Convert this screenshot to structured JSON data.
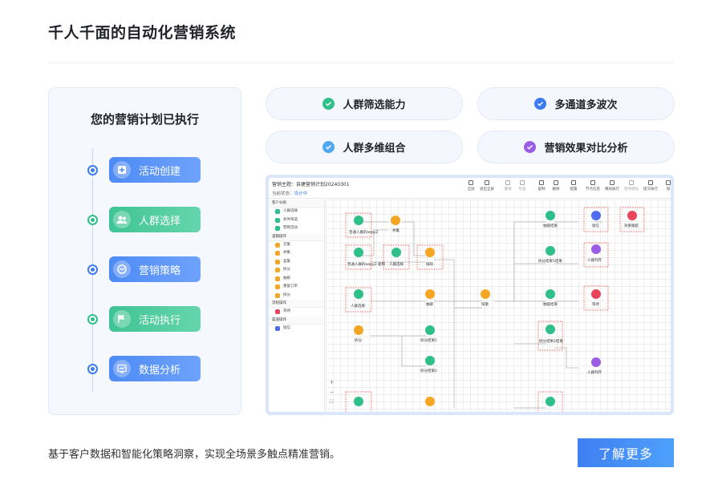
{
  "header": {
    "title": "千人千面的自动化营销系统"
  },
  "left_panel": {
    "title": "您的营销计划已执行",
    "steps": [
      {
        "label": "活动创建",
        "icon": "add-icon",
        "color": "#3d7bf0"
      },
      {
        "label": "人群选择",
        "icon": "users-icon",
        "color": "#2fbf88"
      },
      {
        "label": "营销策略",
        "icon": "strategy-icon",
        "color": "#3d7bf0"
      },
      {
        "label": "活动执行",
        "icon": "flag-icon",
        "color": "#2fbf88"
      },
      {
        "label": "数据分析",
        "icon": "chart-icon",
        "color": "#3d7bf0"
      }
    ]
  },
  "features": [
    {
      "label": "人群筛选能力",
      "icon": "check-circle-icon",
      "color": "#2fbf88"
    },
    {
      "label": "多通道多波次",
      "icon": "check-circle-icon",
      "color": "#3d7bf0"
    },
    {
      "label": "人群多维组合",
      "icon": "check-circle-icon",
      "color": "#4fa8f0"
    },
    {
      "label": "营销效果对比分析",
      "icon": "check-circle-icon",
      "color": "#9b5de5"
    }
  ],
  "screenshot": {
    "subject": "营销主题：自建营销计划20240301",
    "status_label": "当前状态：",
    "status_value": "设计中",
    "toolbar": [
      "全屏",
      "退出全屏",
      "撤销",
      "恢复",
      "复制",
      "删除",
      "配置",
      "节点信息",
      "模拟执行",
      "暂停模拟",
      "提交执行",
      "保"
    ],
    "sidebar": [
      {
        "section": "客户分组",
        "items": [
          "人群选择",
          "条件筛选",
          "营销活动"
        ]
      },
      {
        "section": "逻辑操作",
        "items": [
          "交集",
          "并集",
          "差集",
          "拆分",
          "抽取",
          "重复订单",
          "拆分"
        ]
      },
      {
        "section": "流程操作",
        "items": [
          "等待"
        ]
      },
      {
        "section": "渠道操作",
        "items": [
          "短信"
        ]
      }
    ],
    "nodes": {
      "n1": "普通人群的eepy2",
      "n2": "并集",
      "n3": "普通人群的eepy2-复制",
      "n4": "人群选择",
      "n5": "排除",
      "n6": "人群选择",
      "n7": "抽取",
      "n8": "排重",
      "n9": "拆分",
      "n10": "拆分结果1",
      "n11": "拆分结果2",
      "n12": "抽取结果",
      "n13": "拆分结果1结果",
      "n14": "抽取结果",
      "n15": "拆分结果2结果",
      "n16": "短信",
      "n17": "效果跟踪",
      "n18": "人群列存",
      "n19": "等待",
      "n20": "人群列存"
    }
  },
  "footer": {
    "description": "基于客户数据和智能化策略洞察，实现全场景多触点精准营销。",
    "cta_label": "了解更多"
  }
}
